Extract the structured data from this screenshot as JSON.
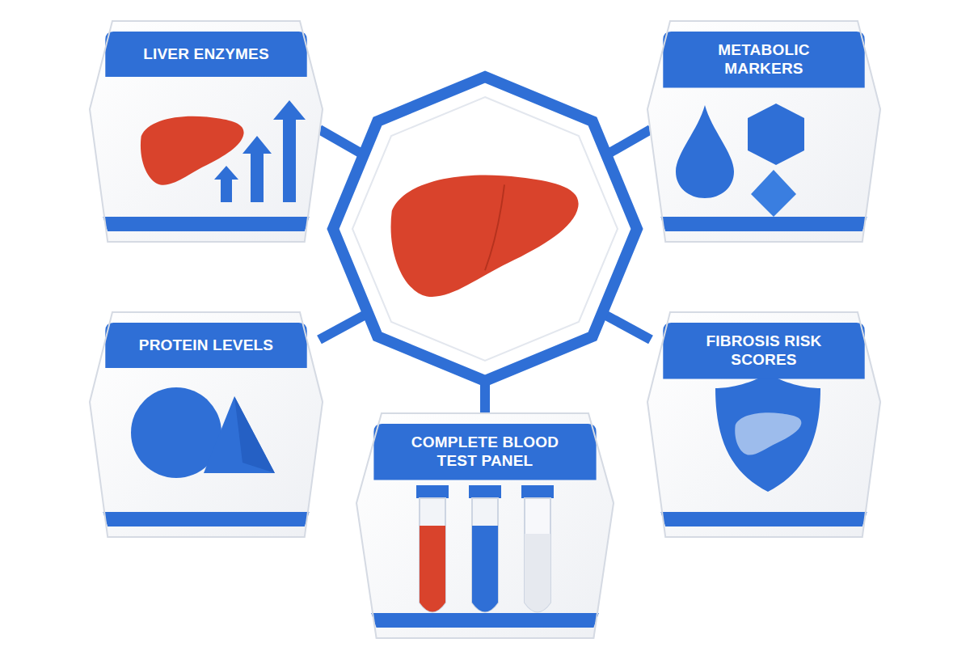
{
  "diagram": {
    "nodes": [
      {
        "text": [
          "LIVER ENZYMES"
        ]
      },
      {
        "text": [
          "METABOLIC MARKERS"
        ]
      },
      {
        "text": [
          "PROTEIN LEVELS"
        ]
      },
      {
        "text": [
          "FIBROSIS RISK SCORES"
        ]
      },
      {
        "text": [
          "COMPLETE BLOOD TEST PANEL"
        ]
      }
    ]
  }
}
